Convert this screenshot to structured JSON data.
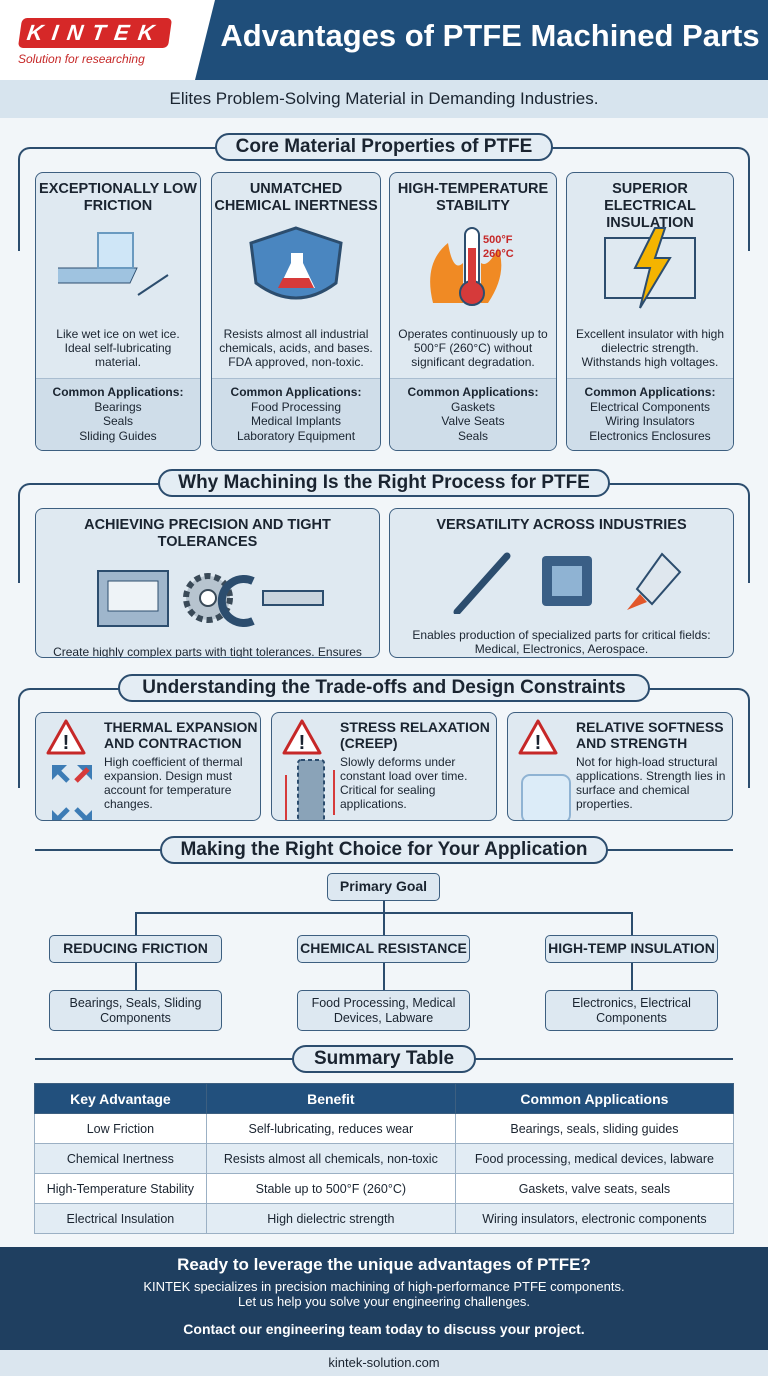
{
  "header": {
    "logo": "KINTEK",
    "logo_tagline": "Solution for researching",
    "title": "Advantages of PTFE Machined Parts",
    "subtitle": "Elites Problem-Solving Material in Demanding Industries."
  },
  "core": {
    "title": "Core Material Properties of PTFE",
    "apps_label": "Common Applications:",
    "cards": [
      {
        "title": "EXCEPTIONALLY LOW FRICTION",
        "icon": "ice-cube-on-sheets-icon",
        "desc": "Like wet ice on wet ice. Ideal self-lubricating material.",
        "apps": [
          "Bearings",
          "Seals",
          "Sliding Guides"
        ]
      },
      {
        "title": "UNMATCHED CHEMICAL INERTNESS",
        "icon": "shield-flask-icon",
        "desc": "Resists almost all industrial chemicals, acids, and bases. FDA approved, non-toxic.",
        "apps": [
          "Food Processing",
          "Medical Implants",
          "Laboratory Equipment"
        ]
      },
      {
        "title": "HIGH-TEMPERATURE STABILITY",
        "icon": "thermometer-flame-icon",
        "icon_label": "500°F 260°C",
        "desc": "Operates continuously up to 500°F (260°C) without significant degradation.",
        "apps": [
          "Gaskets",
          "Valve Seats",
          "Seals"
        ]
      },
      {
        "title": "SUPERIOR ELECTRICAL INSULATION",
        "icon": "lightning-circuit-icon",
        "desc": "Excellent insulator with high dielectric strength. Withstands high voltages.",
        "apps": [
          "Electrical Components",
          "Wiring Insulators",
          "Electronics Enclosures"
        ]
      }
    ]
  },
  "machining": {
    "title": "Why Machining Is the Right Process for PTFE",
    "cards": [
      {
        "title": "ACHIEVING PRECISION AND TIGHT TOLERANCES",
        "icons": [
          "cnc-machine-icon",
          "gear-icon",
          "micrometer-icon"
        ],
        "desc": "Create highly complex parts with tight tolerances. Ensures dimensional accuracy and high-quality surface finish."
      },
      {
        "title": "VERSATILITY ACROSS INDUSTRIES",
        "icons": [
          "scalpel-icon",
          "microchip-icon",
          "rocket-icon"
        ],
        "desc": "Enables production of specialized parts for critical fields: Medical, Electronics, Aerospace."
      }
    ]
  },
  "tradeoffs": {
    "title": "Understanding the Trade-offs and Design Constraints",
    "cards": [
      {
        "title": "THERMAL EXPANSION AND CONTRACTION",
        "icon": "expansion-arrows-icon",
        "desc": "High coefficient of thermal expansion. Design must account for temperature changes."
      },
      {
        "title": "STRESS RELAXATION (CREEP)",
        "icon": "spring-icon",
        "desc": "Slowly deforms under constant load over time. Critical for sealing applications."
      },
      {
        "title": "RELATIVE SOFTNESS AND STRENGTH",
        "icon": "soft-cube-icon",
        "desc": "Not for high-load structural applications. Strength lies in surface and chemical properties."
      }
    ]
  },
  "choice": {
    "title": "Making the Right Choice for Your Application",
    "root": "Primary Goal",
    "branches": [
      {
        "goal": "REDUCING FRICTION",
        "result": "Bearings, Seals, Sliding Components"
      },
      {
        "goal": "CHEMICAL RESISTANCE",
        "result": "Food Processing, Medical Devices, Labware"
      },
      {
        "goal": "HIGH-TEMP INSULATION",
        "result": "Electronics, Electrical Components"
      }
    ]
  },
  "summary": {
    "title": "Summary Table",
    "headers": [
      "Key Advantage",
      "Benefit",
      "Common Applications"
    ],
    "rows": [
      [
        "Low Friction",
        "Self-lubricating, reduces wear",
        "Bearings, seals, sliding guides"
      ],
      [
        "Chemical Inertness",
        "Resists almost all chemicals, non-toxic",
        "Food processing, medical devices, labware"
      ],
      [
        "High-Temperature Stability",
        "Stable up to 500°F (260°C)",
        "Gaskets, valve seats, seals"
      ],
      [
        "Electrical Insulation",
        "High dielectric strength",
        "Wiring insulators, electronic components"
      ]
    ]
  },
  "footer": {
    "headline": "Ready to leverage the unique advantages of PTFE?",
    "text1": "KINTEK specializes in precision machining of high-performance PTFE components.",
    "text2": "Let us help you solve your engineering challenges.",
    "cta": "Contact our engineering team today to discuss your project.",
    "url": "kintek-solution.com"
  }
}
